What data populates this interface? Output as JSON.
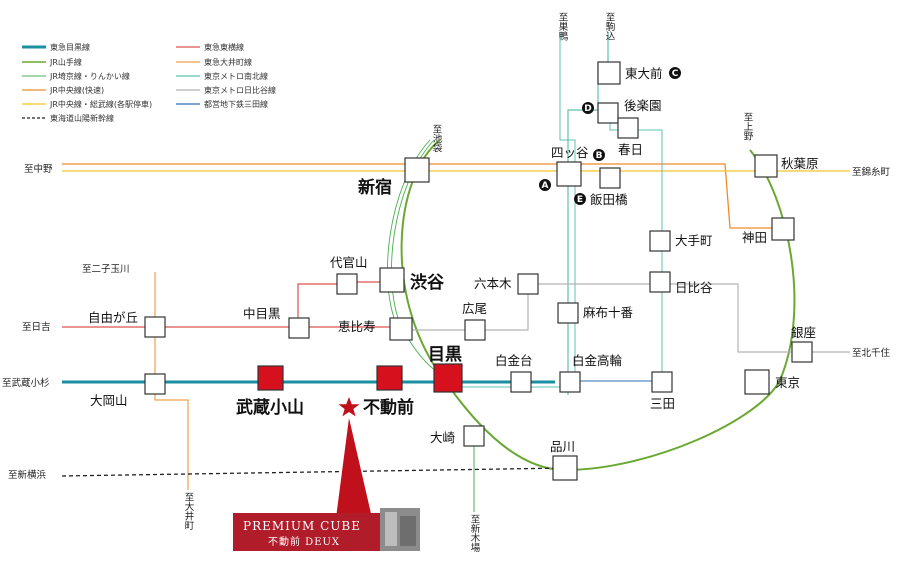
{
  "legend": [
    {
      "label": "東急目黒線",
      "color": "#1a8fa0",
      "dashed": false,
      "width": 3
    },
    {
      "label": "JR山手線",
      "color": "#6aa832",
      "dashed": false,
      "width": 1.6
    },
    {
      "label": "JR埼京線・りんかい線",
      "color": "#4caf50",
      "dashed": false,
      "width": 1
    },
    {
      "label": "JR中央線(快速)",
      "color": "#ef8a2a",
      "dashed": false,
      "width": 1.3
    },
    {
      "label": "JR中央線・総武線(各駅停車)",
      "color": "#f3c327",
      "dashed": false,
      "width": 1.3
    },
    {
      "label": "東海道山陽新幹線",
      "color": "#222222",
      "dashed": true,
      "width": 1.3
    },
    {
      "label": "東急東横線",
      "color": "#d9534f",
      "dashed": false,
      "width": 1.3
    },
    {
      "label": "東急大井町線",
      "color": "#f0a04b",
      "dashed": false,
      "width": 1.3
    },
    {
      "label": "東京メトロ南北線",
      "color": "#5fc2b4",
      "dashed": false,
      "width": 1.3
    },
    {
      "label": "東京メトロ日比谷線",
      "color": "#b5b5b5",
      "dashed": false,
      "width": 1.3
    },
    {
      "label": "都営地下鉄三田線",
      "color": "#2c6fb3",
      "dashed": false,
      "width": 1.3
    }
  ],
  "stations": {
    "shinjuku": "新宿",
    "shibuya": "渋谷",
    "meguro": "目黒",
    "musashi_koyama": "武蔵小山",
    "fudomae": "不動前",
    "daikanyama": "代官山",
    "nakameguro": "中目黒",
    "ebisu": "恵比寿",
    "jiyugaoka": "自由が丘",
    "ookayama": "大岡山",
    "roppongi": "六本木",
    "hiroo": "広尾",
    "azabujuban": "麻布十番",
    "shirokanedai": "白金台",
    "shirokane_takanawa": "白金高輪",
    "mita": "三田",
    "osaki": "大崎",
    "shinagawa": "品川",
    "tokyo": "東京",
    "ginza": "銀座",
    "hibiya": "日比谷",
    "otemachi": "大手町",
    "kanda": "神田",
    "akihabara": "秋葉原",
    "yotsuya": "四ッ谷",
    "iidabashi": "飯田橋",
    "korakuen": "後楽園",
    "kasuga": "春日",
    "todaimae": "東大前"
  },
  "badges": {
    "yotsuya": "B",
    "iidabashi": "E",
    "korakuen": "D",
    "todaimae": "C",
    "a_marker": "A"
  },
  "directions": {
    "to_nakano": "至中野",
    "to_kinshicho": "至錦糸町",
    "to_ikebukuro": "至池袋",
    "to_ueno": "至上野",
    "to_sugamo": "至巣鴨",
    "to_komagome": "至駒込",
    "to_futako_tamagawa": "至二子玉川",
    "to_hiyoshi": "至日吉",
    "to_musashi_kosugi": "至武蔵小杉",
    "to_shin_yokohama": "至新横浜",
    "to_oimachi": "至大井町",
    "to_shin_kiba": "至新木場",
    "to_kita_senju": "至北千住"
  },
  "property": {
    "name_en": "PREMIUM CUBE",
    "name_jp": "不動前 DEUX",
    "banner_color": "#b01c2a",
    "marker_color": "#c0101c"
  }
}
